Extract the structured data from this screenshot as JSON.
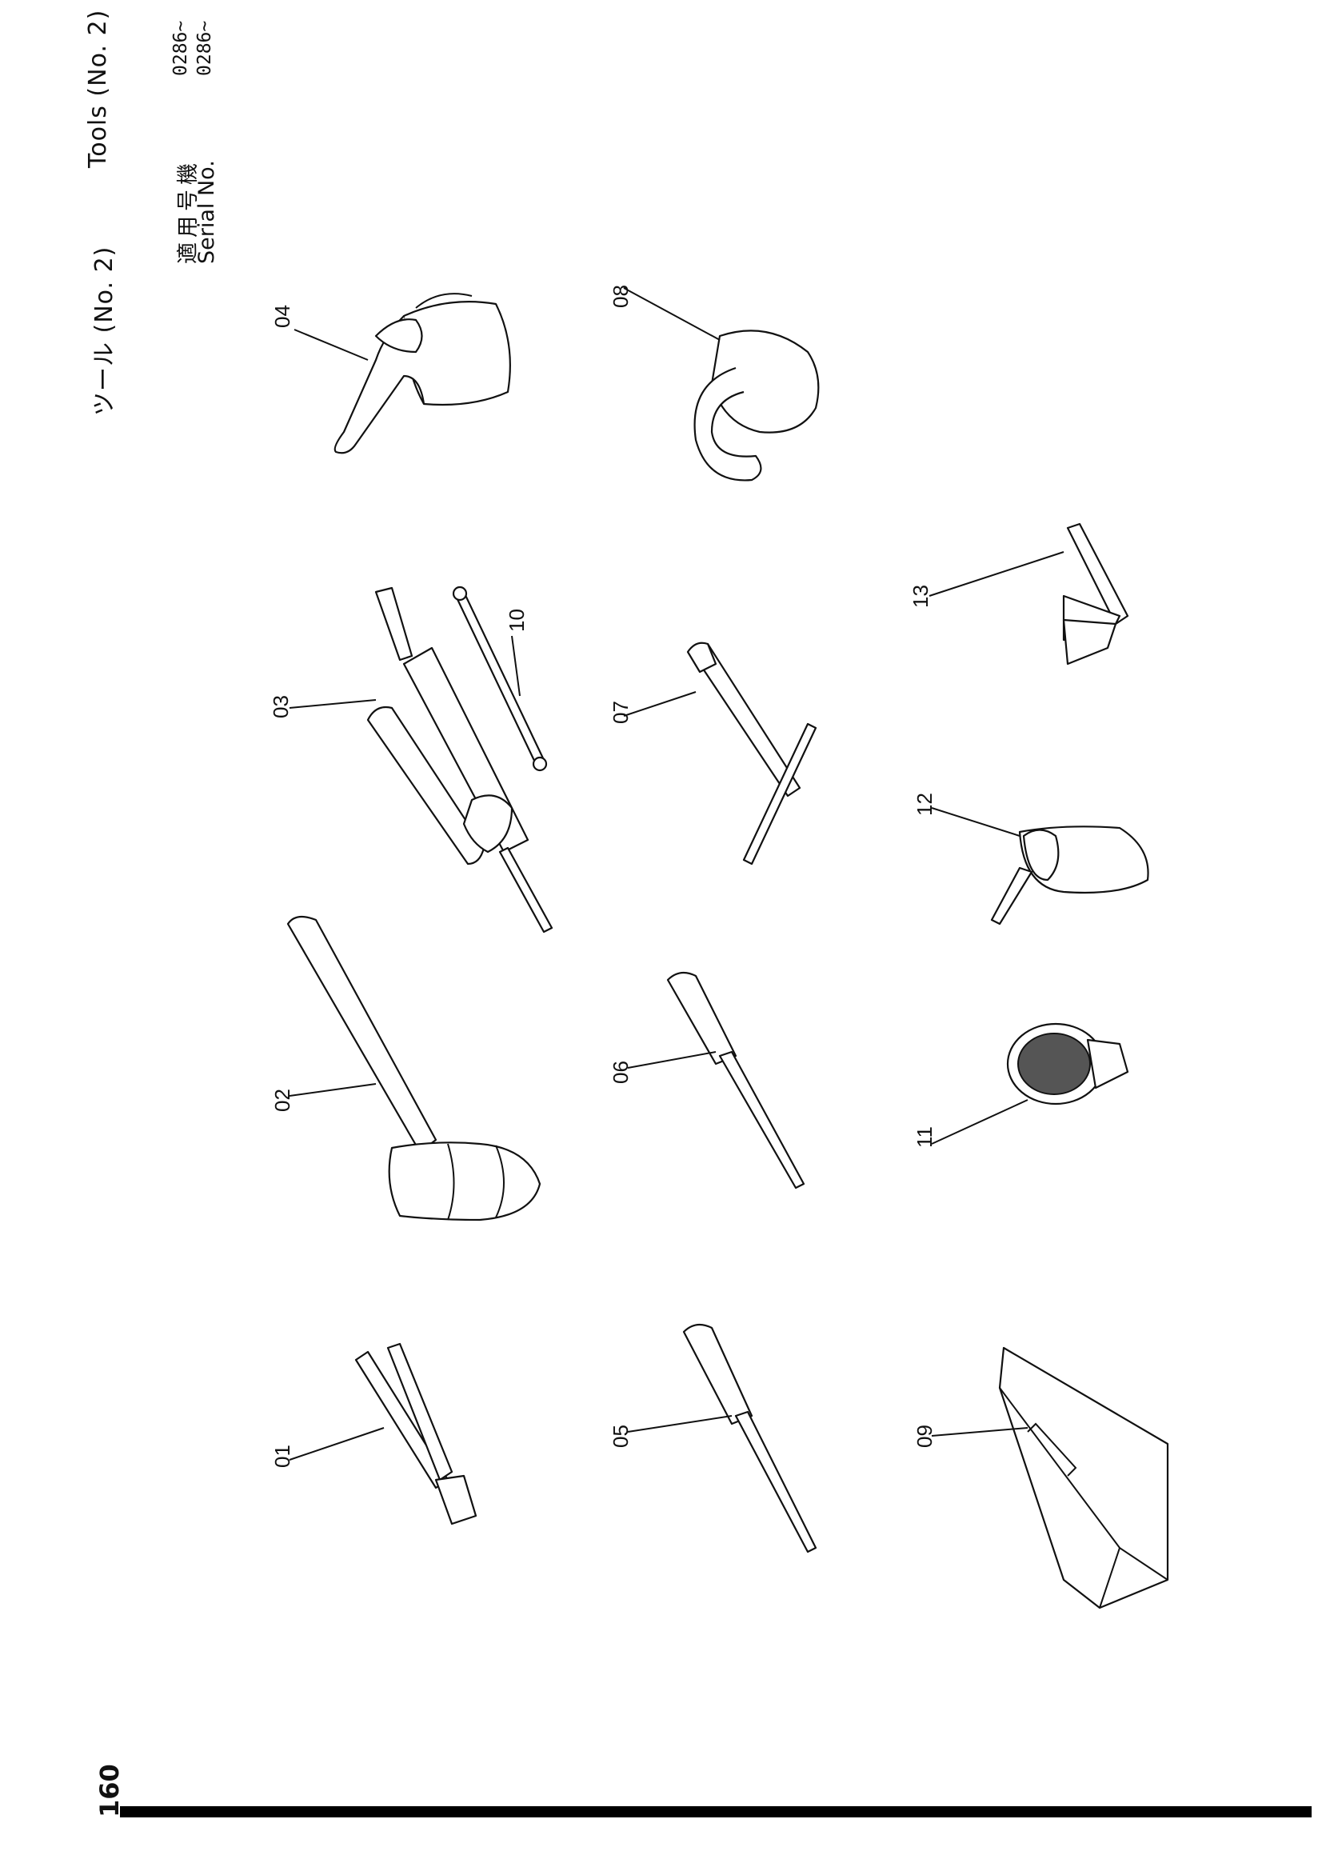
{
  "header": {
    "title_jp": "ツール (No. 2)",
    "title_en": "Tools (No. 2)",
    "serial_label_jp": "適用号機",
    "serial_label_en": "Serial No.",
    "serial_value_1": "0286~",
    "serial_value_2": "0286~"
  },
  "callouts": [
    "01",
    "02",
    "03",
    "04",
    "05",
    "06",
    "07",
    "08",
    "09",
    "10",
    "11",
    "12",
    "13"
  ],
  "footer": {
    "page_number": "160"
  }
}
